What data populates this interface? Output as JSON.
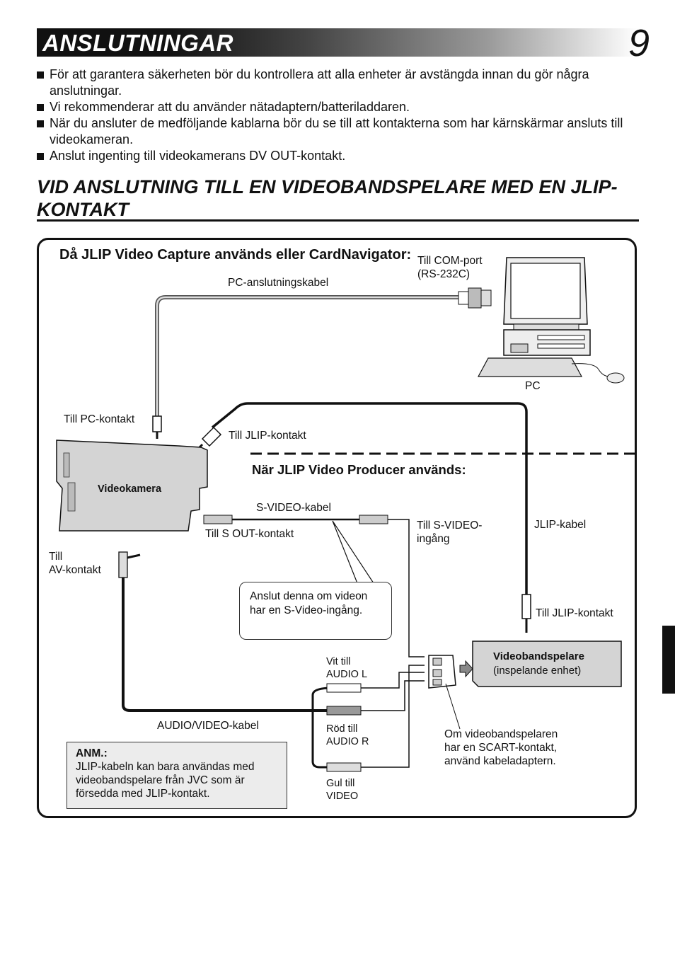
{
  "header": {
    "title": "ANSLUTNINGAR",
    "page_number": "9"
  },
  "bullets": [
    "För att garantera säkerheten bör du kontrollera att alla enheter är avstängda innan du gör några anslutningar.",
    "Vi rekommenderar att du använder nätadaptern/batteriladdaren.",
    "När du ansluter de medföljande kablarna bör du se till att kontakterna som har kärnskärmar ansluts till videokameran.",
    "Anslut ingenting till videokamerans DV OUT-kontakt."
  ],
  "section": {
    "title": "VID ANSLUTNING TILL EN VIDEOBANDSPELARE MED EN JLIP-KONTAKT"
  },
  "diagram": {
    "heading_pc": "Då JLIP Video Capture används eller CardNavigator:",
    "heading_producer": "När JLIP Video Producer används:",
    "com_port": "Till COM-port\n(RS-232C)",
    "pc_cable": "PC-anslutningskabel",
    "pc": "PC",
    "to_pc_jack": "Till PC-kontakt",
    "to_jlip_cam": "Till JLIP-kontakt",
    "camcorder": "Videokamera",
    "svideo_cable": "S-VIDEO-kabel",
    "to_s_out": "Till S OUT-kontakt",
    "to_svideo_in": "Till S-VIDEO-\ningång",
    "jlip_cable": "JLIP-kabel",
    "to_av": "Till\nAV-kontakt",
    "callout": "Anslut denna om videon har en S-Video-ingång.",
    "to_jlip_vcr": "Till JLIP-kontakt",
    "vcr_title": "Videobandspelare",
    "vcr_sub": "(inspelande enhet)",
    "white_audio_l": "Vit till\nAUDIO L",
    "av_cable": "AUDIO/VIDEO-kabel",
    "red_audio_r": "Röd till\nAUDIO R",
    "yellow_video": "Gul till\nVIDEO",
    "scart_note": "Om videobandspelaren\nhar en SCART-kontakt,\nanvänd kabeladaptern."
  },
  "note": {
    "title": "ANM.:",
    "text": "JLIP-kabeln kan bara användas med videobandspelare från JVC som är försedda med JLIP-kontakt."
  }
}
